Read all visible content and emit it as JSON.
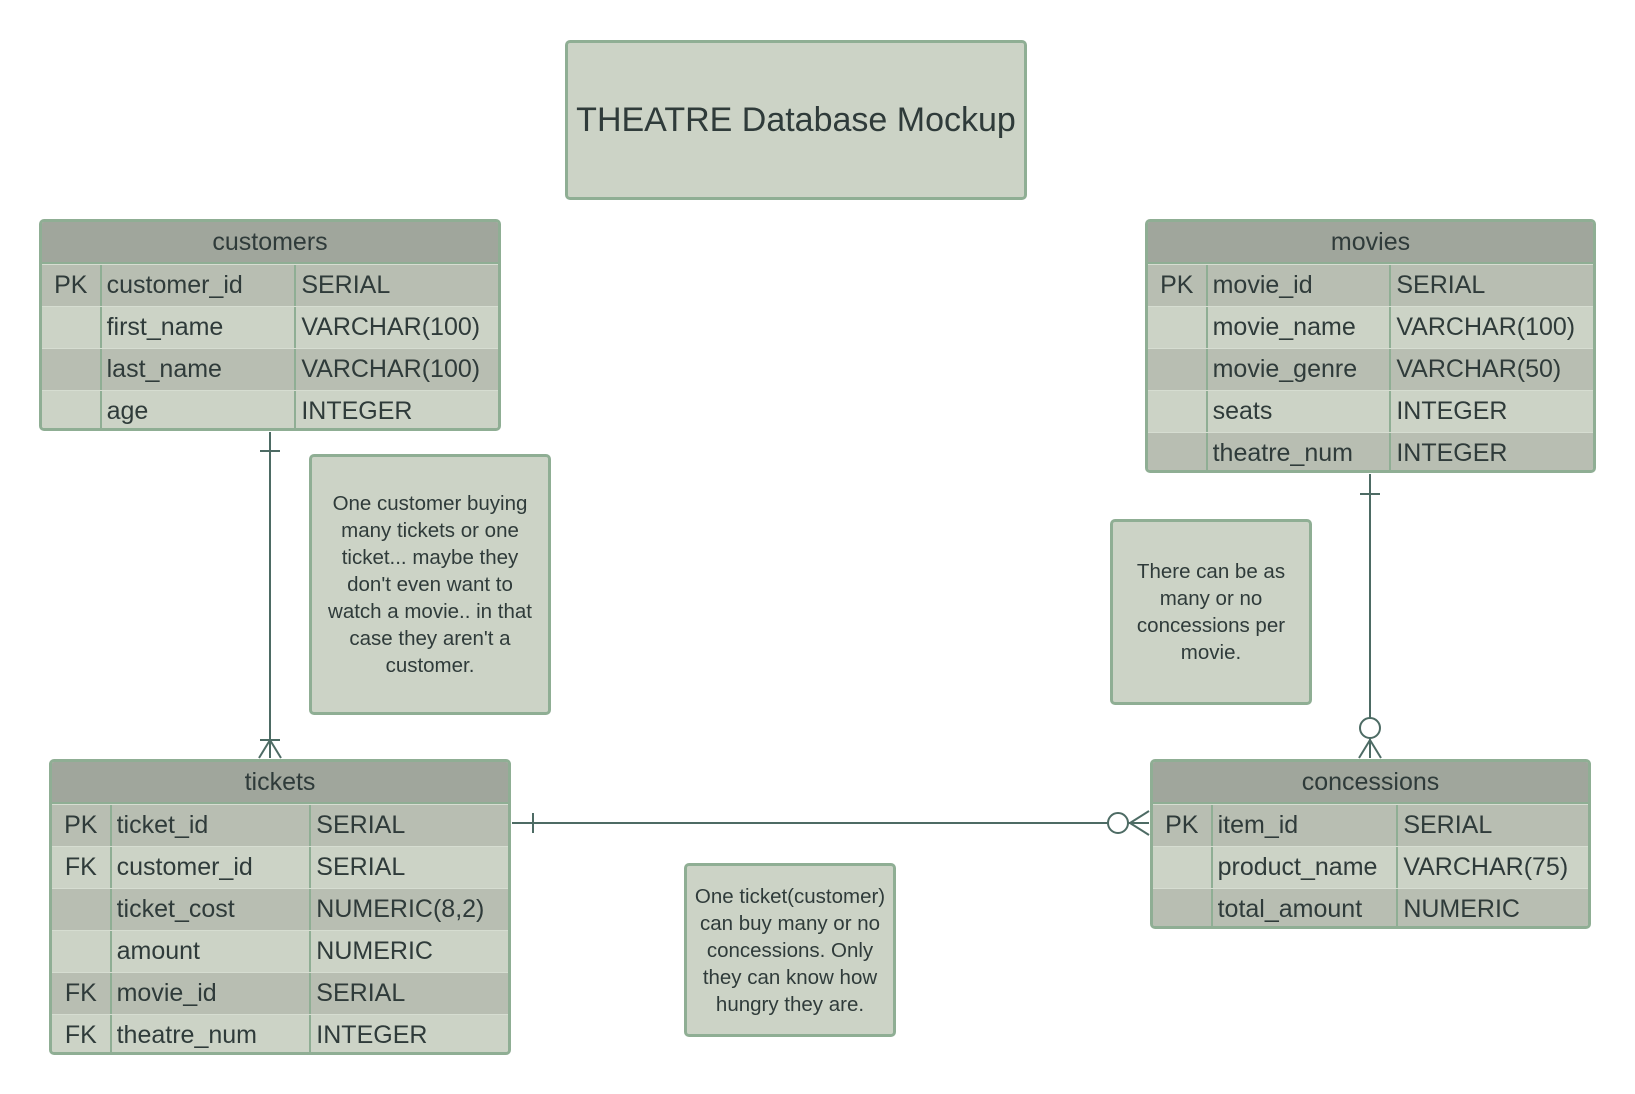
{
  "title": "THEATRE Database Mockup",
  "entities": {
    "customers": {
      "name": "customers",
      "rows": [
        {
          "key": "PK",
          "field": "customer_id",
          "type": "SERIAL"
        },
        {
          "key": "",
          "field": "first_name",
          "type": "VARCHAR(100)"
        },
        {
          "key": "",
          "field": "last_name",
          "type": "VARCHAR(100)"
        },
        {
          "key": "",
          "field": "age",
          "type": "INTEGER"
        }
      ]
    },
    "movies": {
      "name": "movies",
      "rows": [
        {
          "key": "PK",
          "field": "movie_id",
          "type": "SERIAL"
        },
        {
          "key": "",
          "field": "movie_name",
          "type": "VARCHAR(100)"
        },
        {
          "key": "",
          "field": "movie_genre",
          "type": "VARCHAR(50)"
        },
        {
          "key": "",
          "field": "seats",
          "type": "INTEGER"
        },
        {
          "key": "",
          "field": "theatre_num",
          "type": "INTEGER"
        }
      ]
    },
    "tickets": {
      "name": "tickets",
      "rows": [
        {
          "key": "PK",
          "field": "ticket_id",
          "type": "SERIAL"
        },
        {
          "key": "FK",
          "field": "customer_id",
          "type": "SERIAL"
        },
        {
          "key": "",
          "field": "ticket_cost",
          "type": "NUMERIC(8,2)"
        },
        {
          "key": "",
          "field": "amount",
          "type": "NUMERIC"
        },
        {
          "key": "FK",
          "field": "movie_id",
          "type": "SERIAL"
        },
        {
          "key": "FK",
          "field": "theatre_num",
          "type": "INTEGER"
        }
      ]
    },
    "concessions": {
      "name": "concessions",
      "rows": [
        {
          "key": "PK",
          "field": "item_id",
          "type": "SERIAL"
        },
        {
          "key": "",
          "field": "product_name",
          "type": "VARCHAR(75)"
        },
        {
          "key": "",
          "field": "total_amount",
          "type": "NUMERIC"
        }
      ]
    }
  },
  "notes": {
    "customers_tickets": "One customer buying many tickets or one ticket... maybe they don't even want to watch a movie.. in that case they aren't a customer.",
    "movies_concessions": "There can be as many or no concessions per movie.",
    "tickets_concessions": "One ticket(customer) can buy many or no concessions.  Only they can know how hungry they are."
  },
  "relationships": [
    {
      "from": "customers",
      "to": "tickets",
      "from_cardinality": "one",
      "to_cardinality": "one-or-many"
    },
    {
      "from": "movies",
      "to": "concessions",
      "from_cardinality": "one",
      "to_cardinality": "zero-or-many"
    },
    {
      "from": "tickets",
      "to": "concessions",
      "from_cardinality": "one",
      "to_cardinality": "zero-or-many"
    }
  ],
  "colors": {
    "header": "#a0a69c",
    "row_dark": "#b8beb2",
    "row_light": "#ccd3c6",
    "border": "#8fae94",
    "line": "#4d6b64",
    "text": "#2f3b3a"
  }
}
